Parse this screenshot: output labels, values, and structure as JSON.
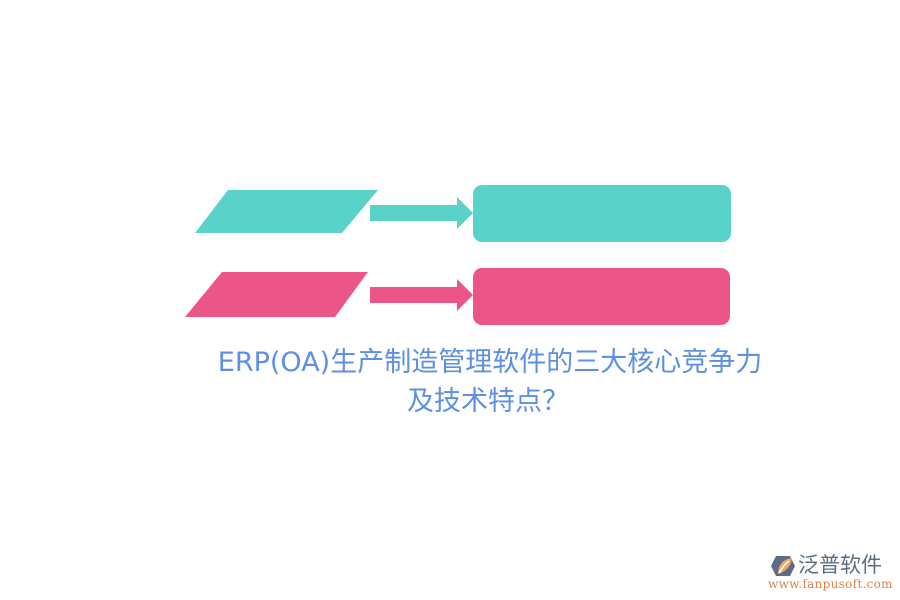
{
  "diagram": {
    "rows": [
      {
        "id": "row-1",
        "color": "#59d3c9",
        "parallelogram_label": "",
        "box_label": ""
      },
      {
        "id": "row-2",
        "color": "#ec5588",
        "parallelogram_label": "",
        "box_label": ""
      }
    ]
  },
  "title": {
    "line1": "ERP(OA)生产制造管理软件的三大核心竞争力",
    "line2": "及技术特点？",
    "color": "#5d8fe3"
  },
  "logo": {
    "icon": "fanpu-leaf-hexagon-icon",
    "name": "泛普软件",
    "url": "www.fanpusoft.com"
  }
}
